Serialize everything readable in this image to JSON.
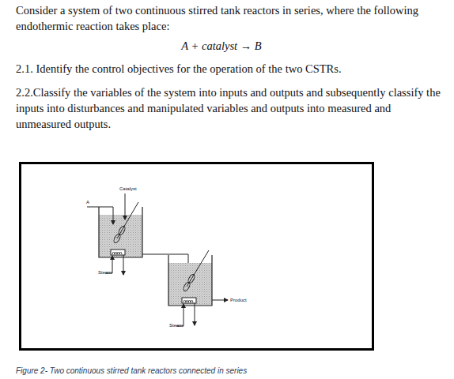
{
  "diagram": {
    "caption": "Figure 2- Two continuous stirred tank reactors connected in series",
    "labels": [
      "Consider a system of two continuous stirred tank reactors in series, where the following endothermic reaction takes place:",
      "A + catalyst → B",
      "2.1. Identify the control objectives for the operation of the two CSTRs.",
      "2.2.Classify the variables of the system into inputs and outputs and subsequently classify the inputs into disturbances and manipulated variables and outputs into measured and unmeasured outputs.",
      "Catalyst",
      "A",
      "Steam",
      "Steam",
      "Product"
    ]
  }
}
